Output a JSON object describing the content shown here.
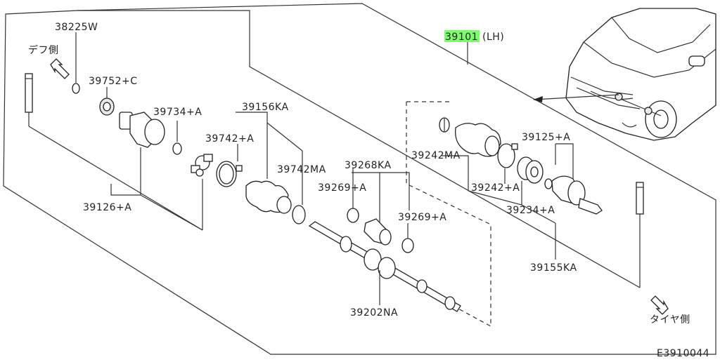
{
  "diagram": {
    "labels": {
      "main_part_number": "39101",
      "main_side": "(LH)",
      "diff_side": "デフ側",
      "tire_side": "タイヤ側",
      "p38225w": "38225W",
      "p39752c": "39752+C",
      "p39734a": "39734+A",
      "p39156ka": "39156KA",
      "p39742a": "39742+A",
      "p39742ma": "39742MA",
      "p39126a": "39126+A",
      "p39268ka": "39268KA",
      "p39269a_top": "39269+A",
      "p39269a_bottom": "39269+A",
      "p39202na": "39202NA",
      "p39242ma": "39242MA",
      "p39242a": "39242+A",
      "p39234a": "39234+A",
      "p39125a": "39125+A",
      "p39155ka": "39155KA",
      "diagram_code": "E3910044"
    },
    "colors": {
      "highlight": "#7CFC6A",
      "line": "#333333"
    }
  }
}
